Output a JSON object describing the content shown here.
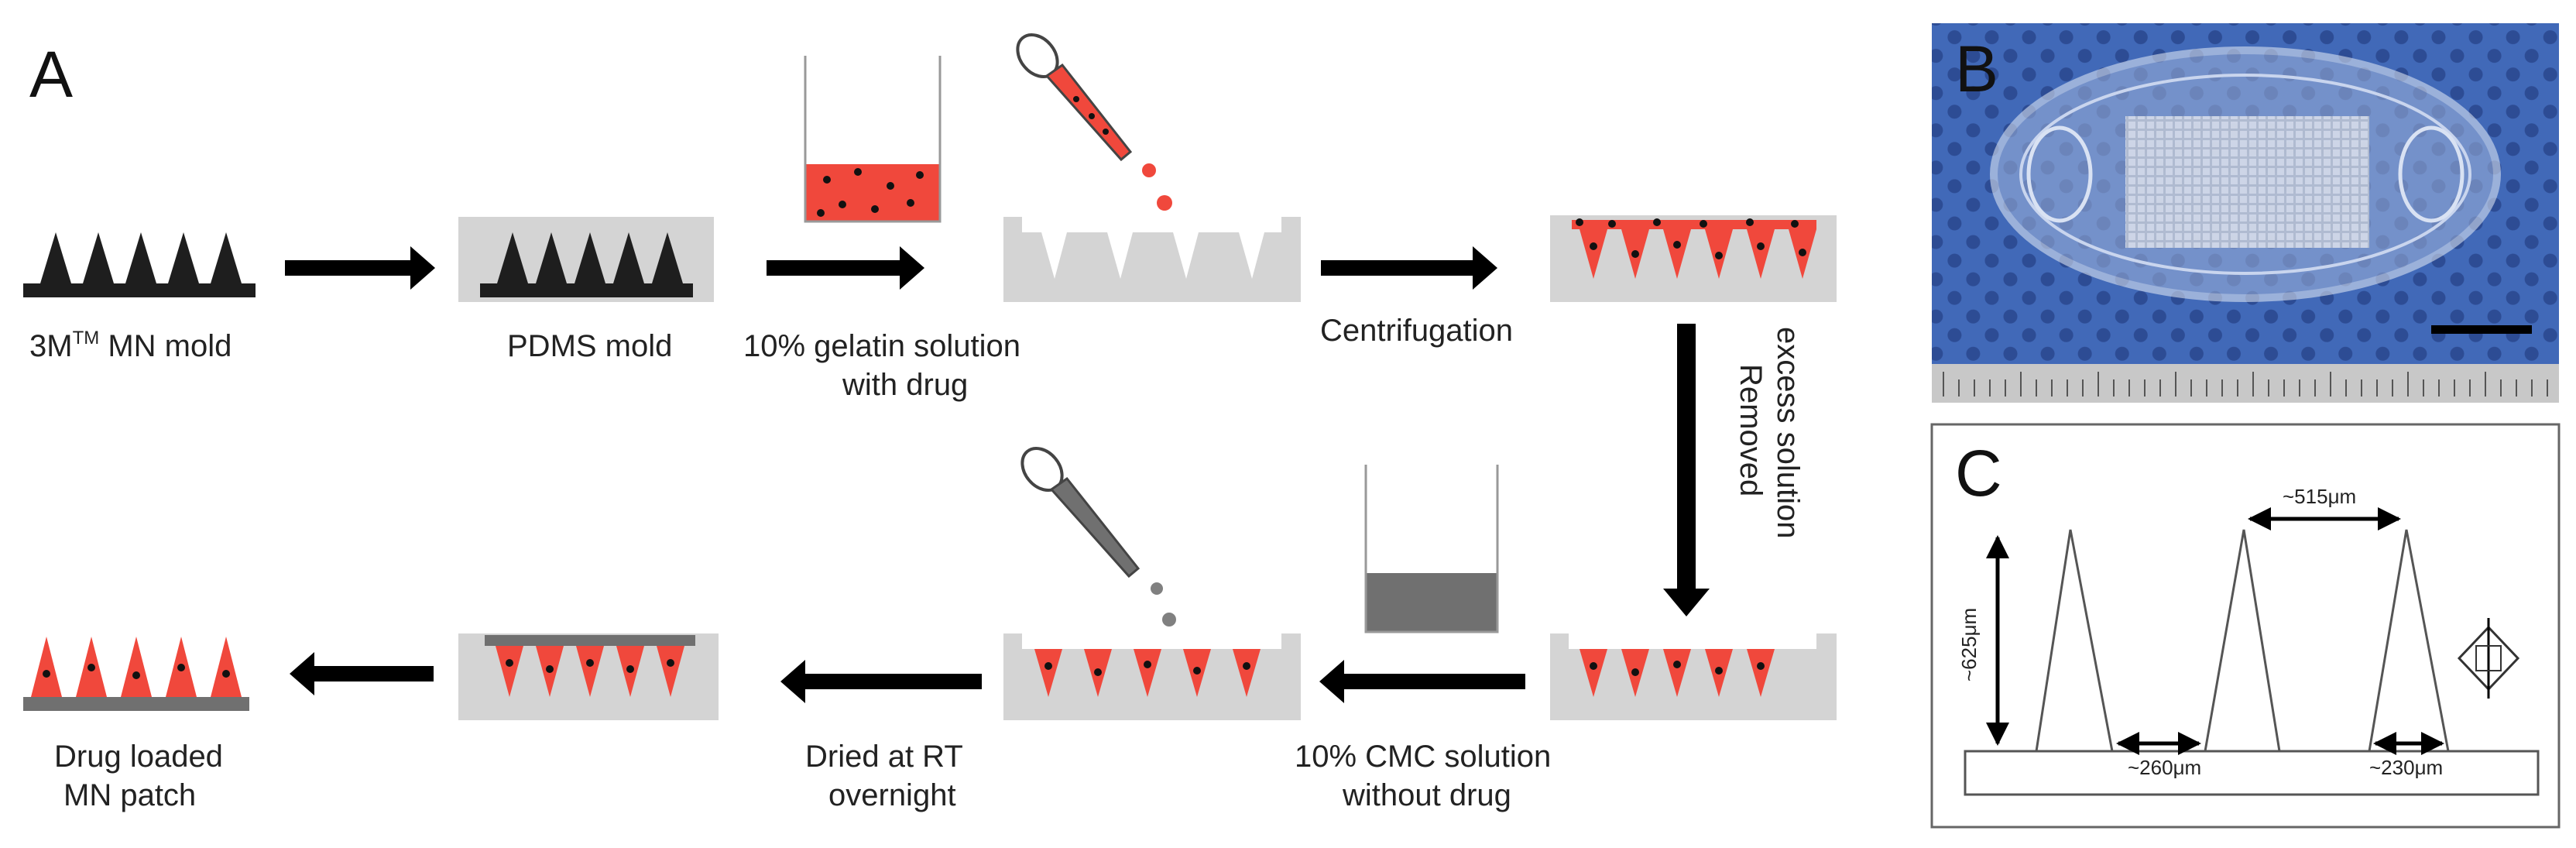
{
  "panels": {
    "a": "A",
    "b": "B",
    "c": "C"
  },
  "steps": {
    "mn_mold": "3M",
    "mn_mold_sup": "TM",
    "mn_mold_rest": " MN mold",
    "pdms_mold": "PDMS mold",
    "gelatin_line1": "10% gelatin solution",
    "gelatin_line2": "with drug",
    "centrifugation": "Centrifugation",
    "removed_line1": "Removed",
    "removed_line2": "excess solution",
    "cmc_line1": "10% CMC solution",
    "cmc_line2": "without drug",
    "dried_line1": "Dried at RT",
    "dried_line2": "overnight",
    "patch_line1": "Drug loaded",
    "patch_line2": "MN patch"
  },
  "dimensions": {
    "pitch": "~515μm",
    "height": "~625μm",
    "gap": "~260μm",
    "base": "~230μm"
  },
  "colors": {
    "drug_solution": "#f0483c",
    "mold_gray": "#d4d4d4",
    "needle_black": "#1e1e1e",
    "cmc_gray": "#707070",
    "photo_blue": "#3f63b4",
    "arrow": "#000000"
  }
}
